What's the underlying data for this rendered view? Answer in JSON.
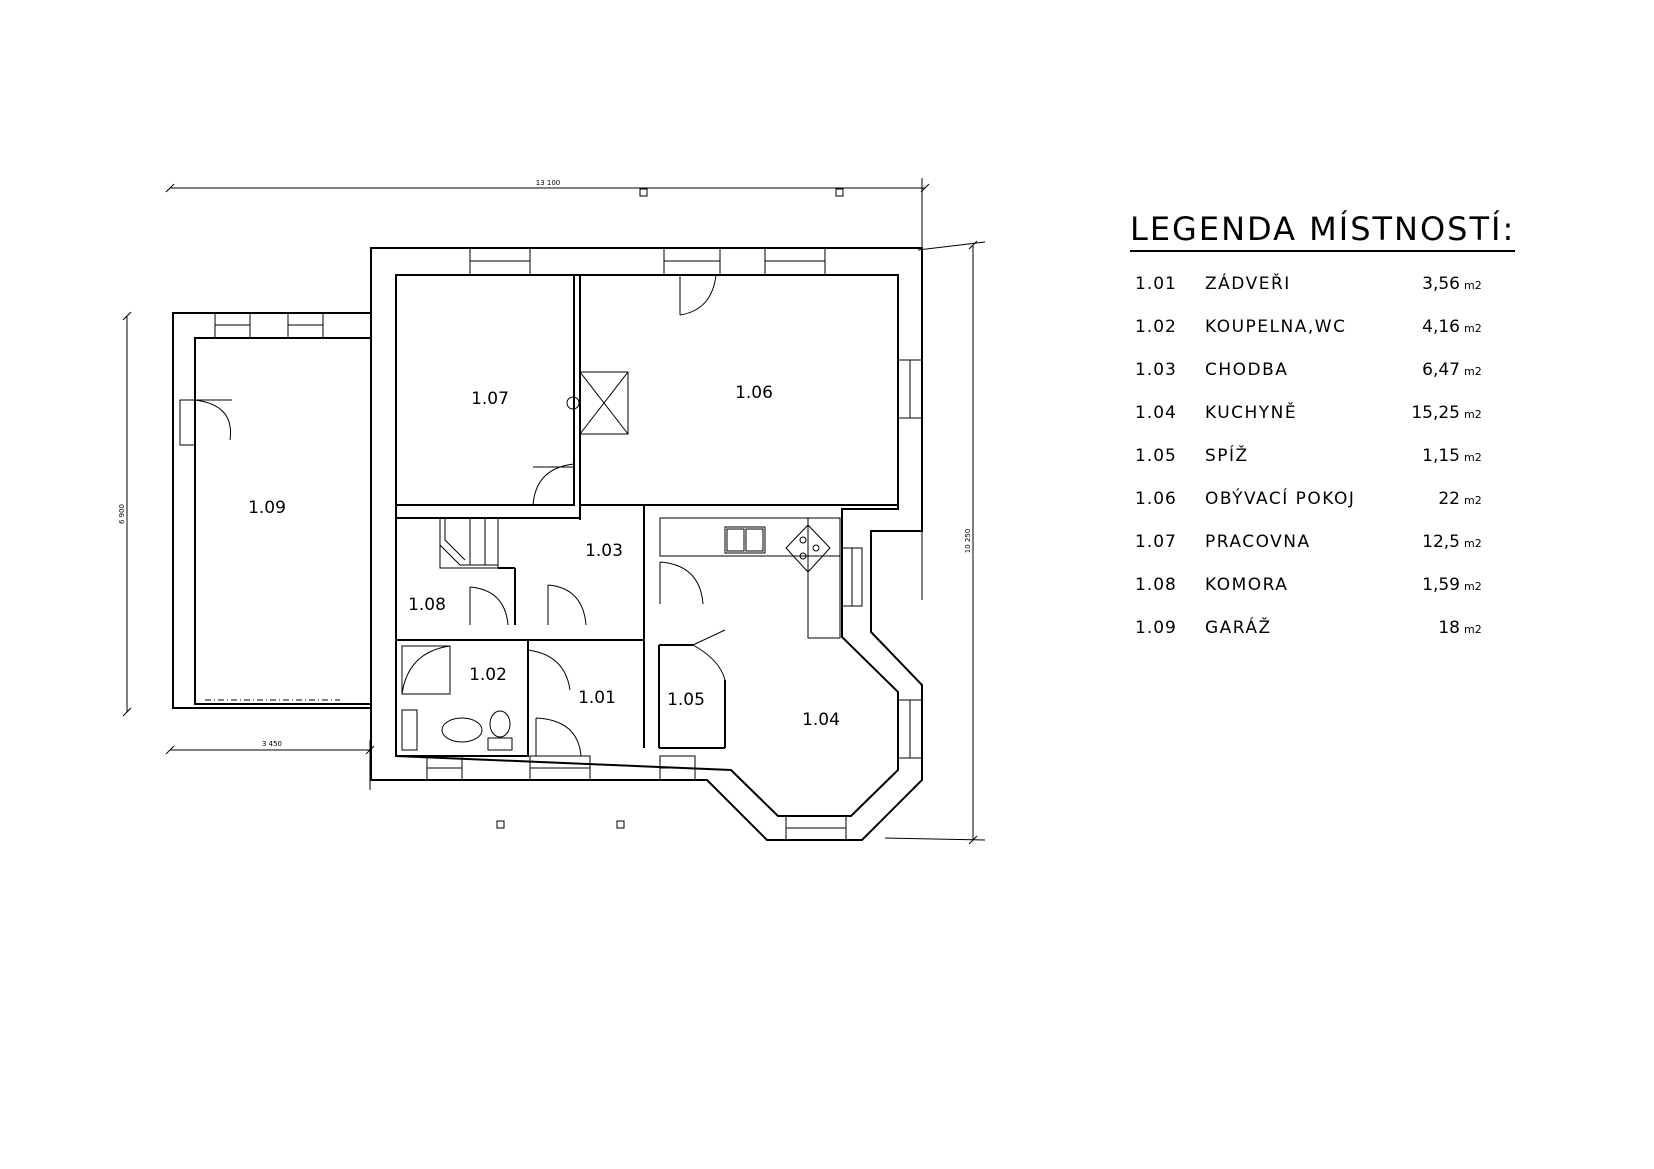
{
  "plan": {
    "rooms": [
      {
        "id": "1.01",
        "label": "1.01"
      },
      {
        "id": "1.02",
        "label": "1.02"
      },
      {
        "id": "1.03",
        "label": "1.03"
      },
      {
        "id": "1.04",
        "label": "1.04"
      },
      {
        "id": "1.05",
        "label": "1.05"
      },
      {
        "id": "1.06",
        "label": "1.06"
      },
      {
        "id": "1.07",
        "label": "1.07"
      },
      {
        "id": "1.08",
        "label": "1.08"
      },
      {
        "id": "1.09",
        "label": "1.09"
      }
    ],
    "dimensions": {
      "top_width": "13 100",
      "garage_width": "3 450",
      "left_height": "6 900",
      "right_height": "10 250"
    }
  },
  "legend": {
    "title": "LEGENDA  MÍSTNOSTÍ:",
    "unit": "m2",
    "rows": [
      {
        "code": "1.01",
        "name": "ZÁDVEŘI",
        "area": "3,56"
      },
      {
        "code": "1.02",
        "name": "KOUPELNA,WC",
        "area": "4,16"
      },
      {
        "code": "1.03",
        "name": "CHODBA",
        "area": "6,47"
      },
      {
        "code": "1.04",
        "name": "KUCHYNĚ",
        "area": "15,25"
      },
      {
        "code": "1.05",
        "name": "SPÍŽ",
        "area": "1,15"
      },
      {
        "code": "1.06",
        "name": "OBÝVACÍ  POKOJ",
        "area": "22"
      },
      {
        "code": "1.07",
        "name": "PRACOVNA",
        "area": "12,5"
      },
      {
        "code": "1.08",
        "name": "KOMORA",
        "area": "1,59"
      },
      {
        "code": "1.09",
        "name": "GARÁŽ",
        "area": "18"
      }
    ]
  }
}
